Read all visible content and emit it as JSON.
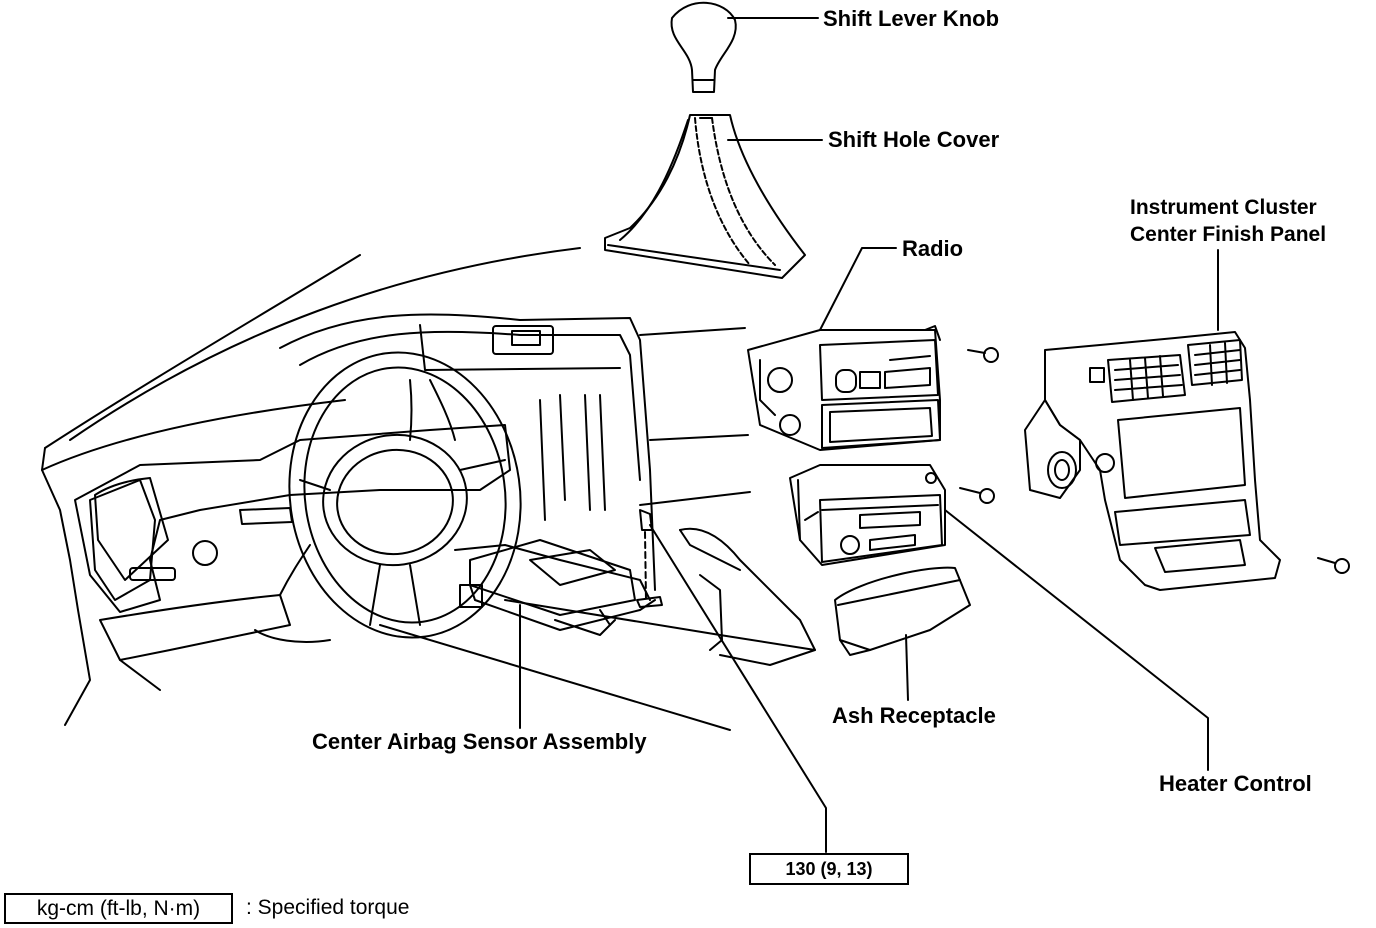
{
  "labels": {
    "shift_lever_knob": "Shift Lever Knob",
    "shift_hole_cover": "Shift Hole Cover",
    "radio": "Radio",
    "instrument_cluster_line1": "Instrument Cluster",
    "instrument_cluster_line2": "Center Finish Panel",
    "center_airbag_sensor": "Center Airbag Sensor Assembly",
    "ash_receptacle": "Ash Receptacle",
    "heater_control": "Heater Control"
  },
  "torque": {
    "value": "130 (9, 13)"
  },
  "legend": {
    "unit": "kg-cm (ft-lb, N·m)",
    "description": ":  Specified torque"
  }
}
